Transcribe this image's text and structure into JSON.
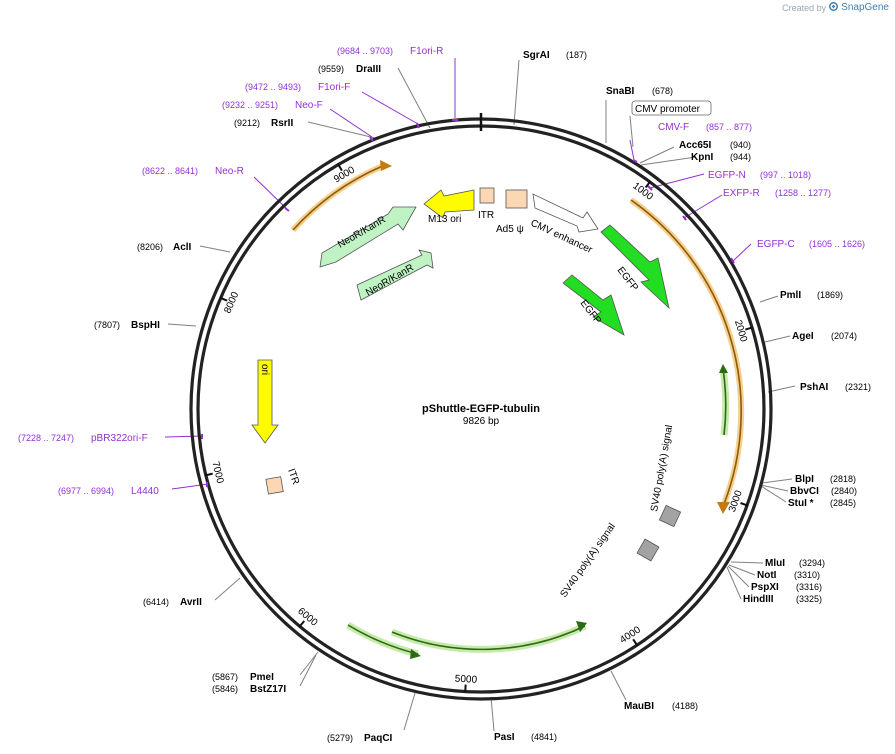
{
  "header": {
    "created_by": "Created by",
    "brand": "SnapGene"
  },
  "map": {
    "name": "pShuttle-EGFP-tubulin",
    "length_label": "9826 bp",
    "total_bp": 9826,
    "ticks": [
      "1000",
      "2000",
      "3000",
      "4000",
      "5000",
      "6000",
      "7000",
      "8000",
      "9000"
    ],
    "colors": {
      "egfp": "#22dd22",
      "neokanr": "#bff3c4",
      "yellow": "#fffc00",
      "peach": "#fbd8b3",
      "gray": "#a3a3a3",
      "primer": "#9330d6",
      "orange": "#f0a43a",
      "green_arc": "#8fd06a",
      "site_line": "#808080"
    },
    "sites": [
      {
        "name": "SgrAI",
        "pos": "(187)"
      },
      {
        "name": "SnaBI",
        "pos": "(678)"
      },
      {
        "name": "Acc65I",
        "pos": "(940)"
      },
      {
        "name": "KpnI",
        "pos": "(944)"
      },
      {
        "name": "PmlI",
        "pos": "(1869)"
      },
      {
        "name": "AgeI",
        "pos": "(2074)"
      },
      {
        "name": "PshAI",
        "pos": "(2321)"
      },
      {
        "name": "BlpI",
        "pos": "(2818)"
      },
      {
        "name": "BbvCI",
        "pos": "(2840)"
      },
      {
        "name": "StuI *",
        "pos": "(2845)"
      },
      {
        "name": "MluI",
        "pos": "(3294)"
      },
      {
        "name": "NotI",
        "pos": "(3310)"
      },
      {
        "name": "PspXI",
        "pos": "(3316)"
      },
      {
        "name": "HindIII",
        "pos": "(3325)"
      },
      {
        "name": "MauBI",
        "pos": "(4188)"
      },
      {
        "name": "PasI",
        "pos": "(4841)"
      },
      {
        "name": "PaqCI",
        "pos": "(5279)"
      },
      {
        "name": "BstZ17I",
        "pos": "(5846)"
      },
      {
        "name": "PmeI",
        "pos": "(5867)"
      },
      {
        "name": "AvrII",
        "pos": "(6414)"
      },
      {
        "name": "BspHI",
        "pos": "(7807)"
      },
      {
        "name": "AclI",
        "pos": "(8206)"
      },
      {
        "name": "RsrII",
        "pos": "(9212)"
      },
      {
        "name": "DraIII",
        "pos": "(9559)"
      }
    ],
    "primers": [
      {
        "name": "F1ori-R",
        "range": "(9684 .. 9703)"
      },
      {
        "name": "F1ori-F",
        "range": "(9472 .. 9493)"
      },
      {
        "name": "Neo-F",
        "range": "(9232 .. 9251)"
      },
      {
        "name": "Neo-R",
        "range": "(8622 .. 8641)"
      },
      {
        "name": "CMV-F",
        "range": "(857 .. 877)"
      },
      {
        "name": "EGFP-N",
        "range": "(997 .. 1018)"
      },
      {
        "name": "EXFP-R",
        "range": "(1258 .. 1277)"
      },
      {
        "name": "EGFP-C",
        "range": "(1605 .. 1626)"
      },
      {
        "name": "pBR322ori-F",
        "range": "(7228 .. 7247)"
      },
      {
        "name": "L4440",
        "range": "(6977 .. 6994)"
      }
    ],
    "features": [
      {
        "name": "CMV promoter"
      },
      {
        "name": "CMV enhancer"
      },
      {
        "name": "EGFP"
      },
      {
        "name": "EGFP"
      },
      {
        "name": "NeoR/KanR"
      },
      {
        "name": "NeoR/KanR"
      },
      {
        "name": "M13 ori"
      },
      {
        "name": "ITR"
      },
      {
        "name": "Ad5 ψ"
      },
      {
        "name": "ori"
      },
      {
        "name": "ITR"
      },
      {
        "name": "SV40 poly(A) signal"
      },
      {
        "name": "SV40 poly(A) signal"
      }
    ]
  }
}
